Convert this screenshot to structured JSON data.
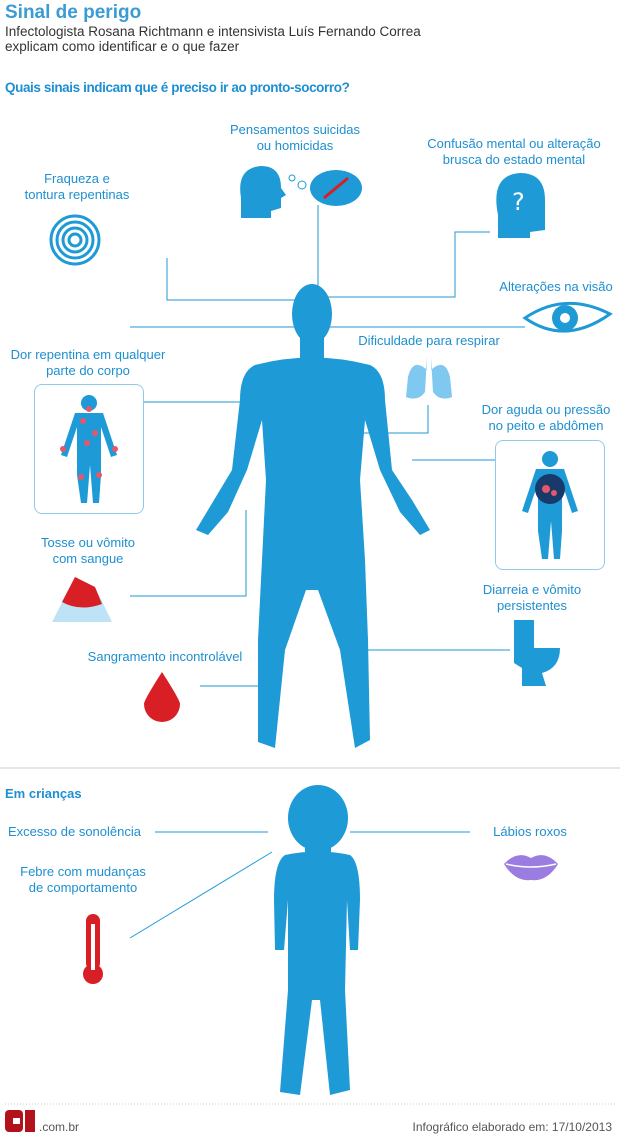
{
  "header": {
    "title": "Sinal de perigo",
    "subtitle": "Infectologista Rosana Richtmann e intensivista Luís Fernando Correa explicam como identificar e o que fazer",
    "question": "Quais sinais indicam que é preciso ir ao pronto-socorro?"
  },
  "adults": {
    "suicidal": [
      "Pensamentos suicidas",
      "ou homicidas"
    ],
    "confusion": [
      "Confusão mental ou alteração",
      "brusca do estado mental"
    ],
    "weakness": [
      "Fraqueza e",
      "tontura repentinas"
    ],
    "vision": [
      "Alterações na visão"
    ],
    "breathing": [
      "Dificuldade para respirar"
    ],
    "pain": [
      "Dor repentina em qualquer",
      "parte do corpo"
    ],
    "chest": [
      "Dor aguda ou pressão",
      "no peito e abdômen"
    ],
    "cough": [
      "Tosse ou vômito",
      "com sangue"
    ],
    "diarrhea": [
      "Diarreia e vômito",
      "persistentes"
    ],
    "bleeding": [
      "Sangramento incontrolável"
    ]
  },
  "children": {
    "section_title": "Em crianças",
    "sleepiness": [
      "Excesso de sonolência"
    ],
    "lips": [
      "Lábios roxos"
    ],
    "fever": [
      "Febre com mudanças",
      "de comportamento"
    ]
  },
  "footer": {
    "logo": "G1",
    "domain": ".com.br",
    "credit": "Infográfico elaborado em: 17/10/2013"
  },
  "colors": {
    "accent": "#1e9ad6",
    "title": "#3b9bd3",
    "red": "#d81f26"
  }
}
